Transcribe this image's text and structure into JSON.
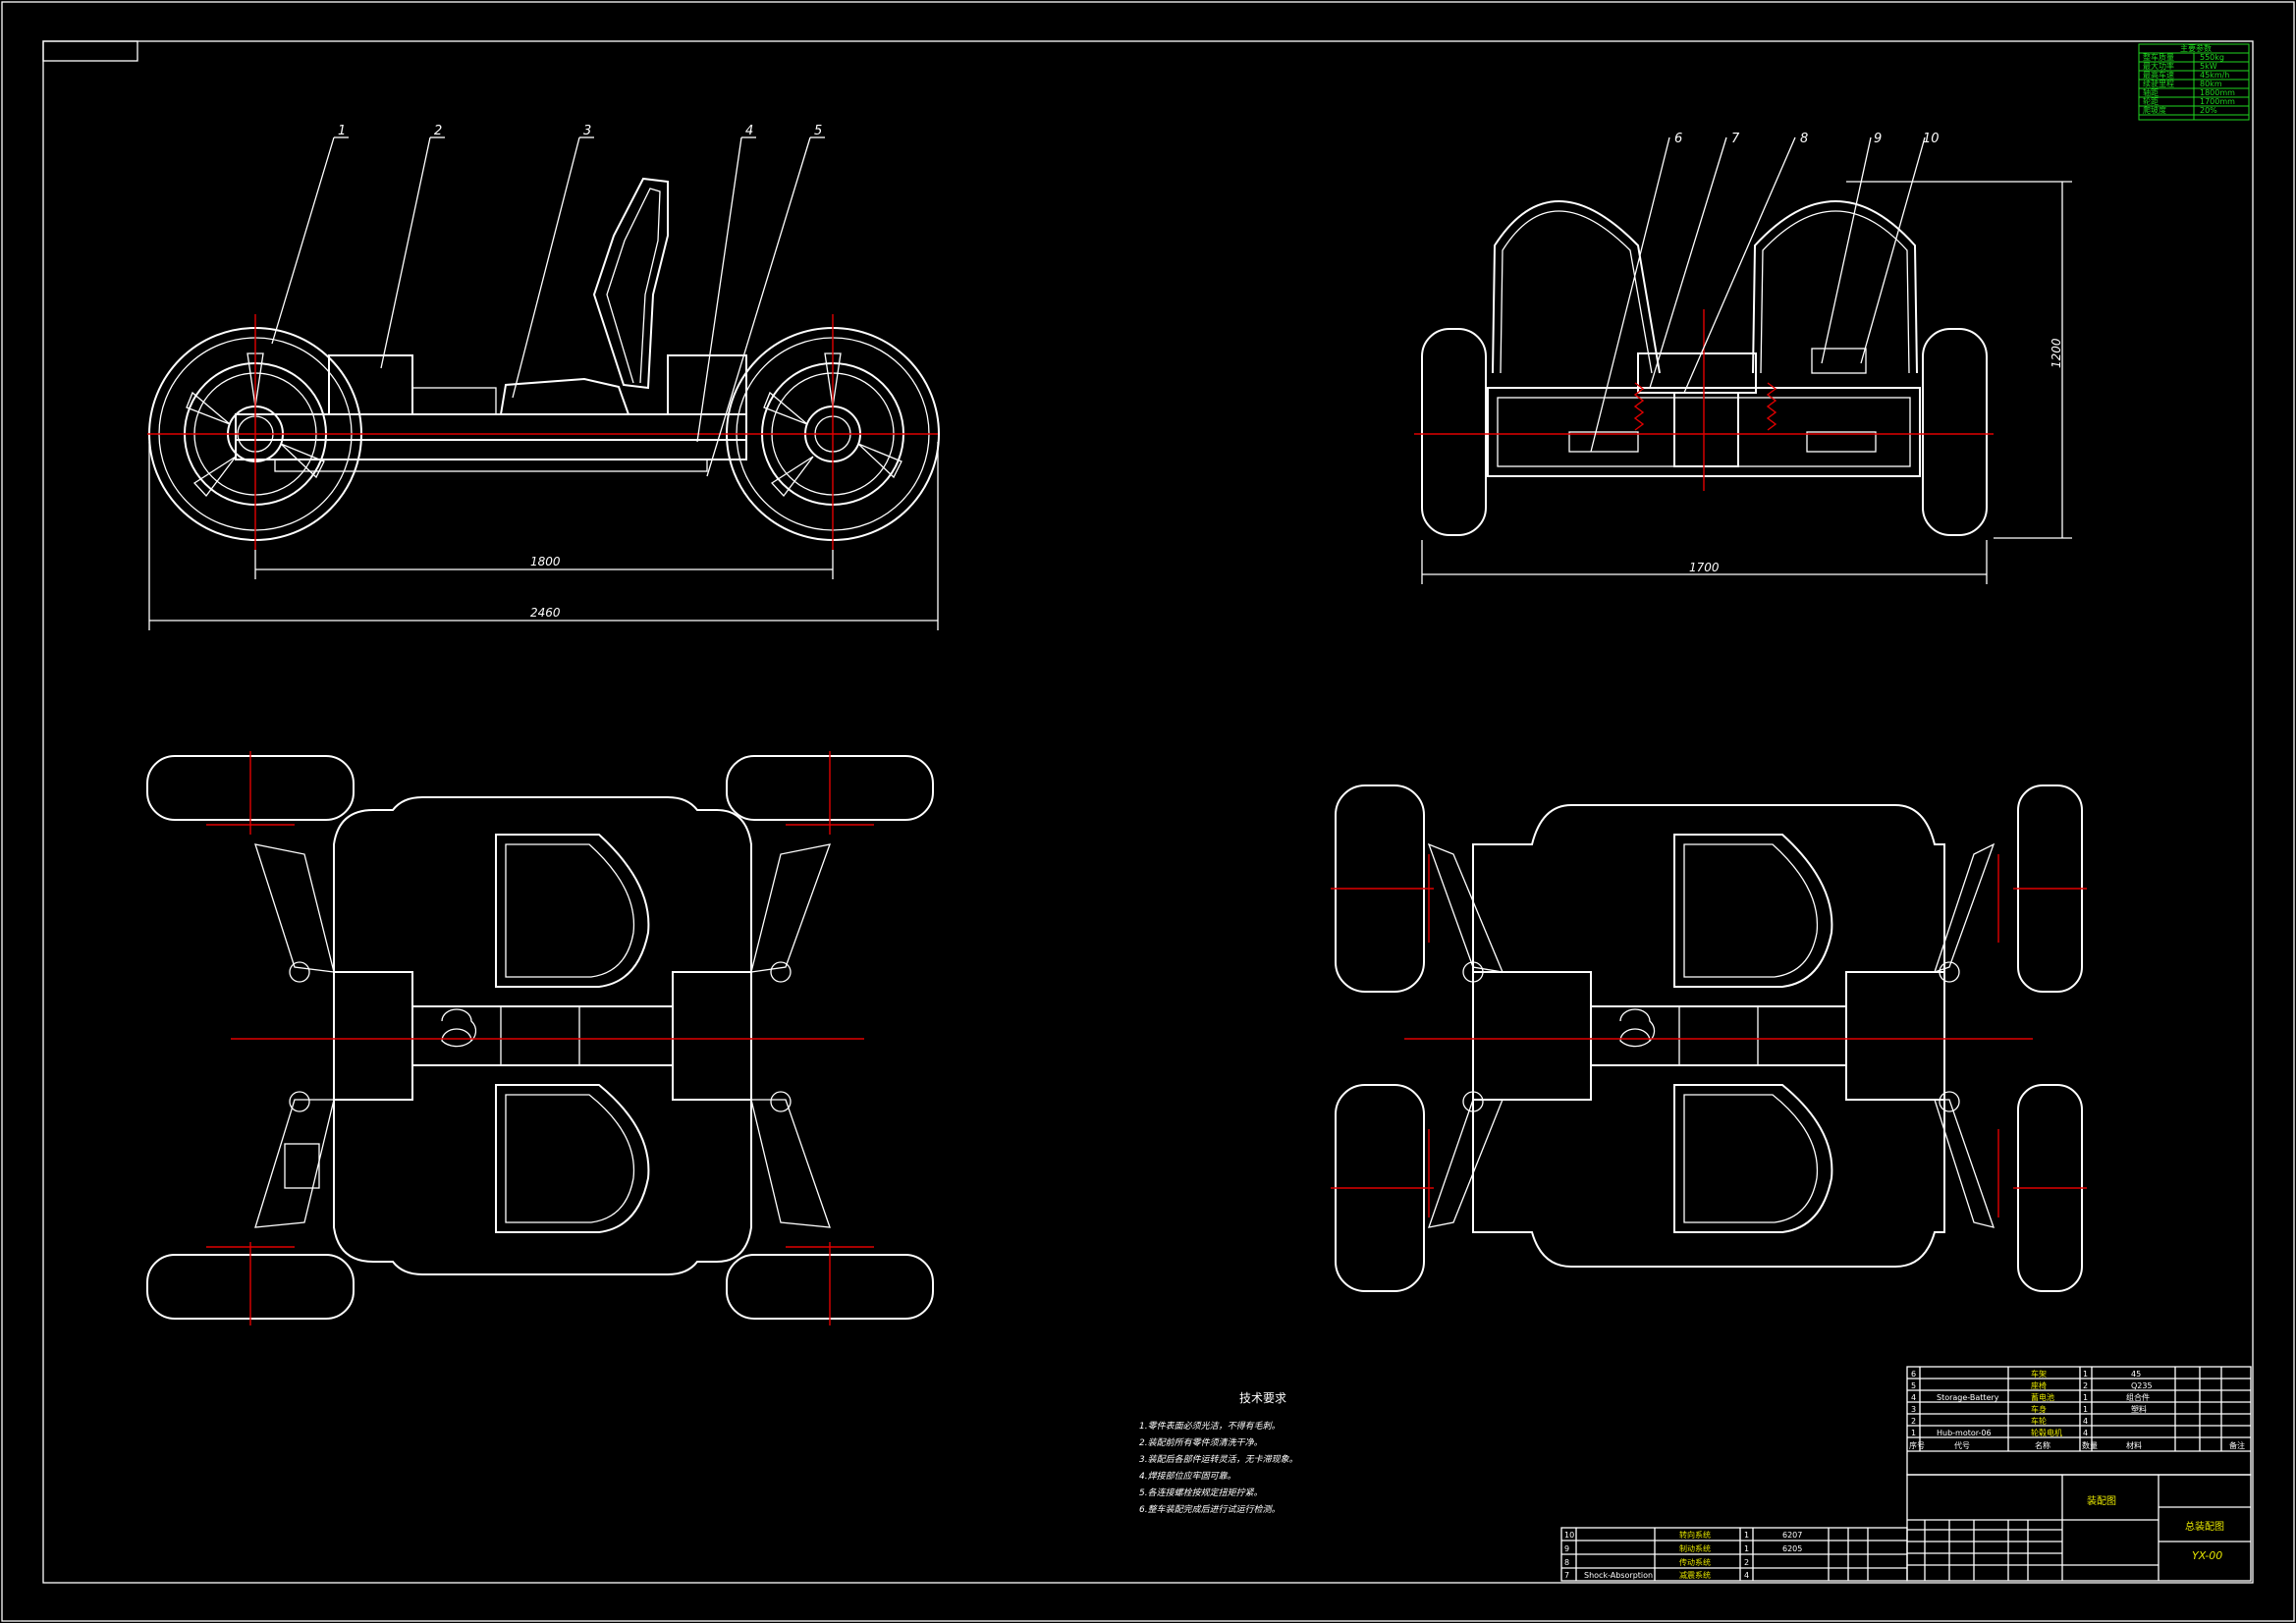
{
  "part_labels": [
    "1",
    "2",
    "3",
    "4",
    "5",
    "6",
    "7",
    "8",
    "9",
    "10"
  ],
  "dimensions": {
    "side_wheelbase": "1800",
    "side_overall": "2460",
    "front_track": "1700",
    "front_height": "1200"
  },
  "tech_requirements": {
    "title": "技术要求",
    "lines": [
      "1.零件表面必须光洁，不得有毛刺。",
      "2.装配前所有零件须清洗干净。",
      "3.装配后各部件运转灵活，无卡滞现象。",
      "4.焊接部位应牢固可靠。",
      "5.各连接螺栓按规定扭矩拧紧。",
      "6.整车装配完成后进行试运行检测。"
    ]
  },
  "bom": {
    "rows": [
      {
        "no": "6",
        "code": "",
        "name": "车架",
        "qty": "1",
        "material": "45",
        "note": ""
      },
      {
        "no": "5",
        "code": "",
        "name": "座椅",
        "qty": "2",
        "material": "Q235",
        "note": ""
      },
      {
        "no": "4",
        "code": "Storage-Battery",
        "name": "蓄电池",
        "qty": "1",
        "material": "组合件",
        "note": ""
      },
      {
        "no": "3",
        "code": "",
        "name": "车身",
        "qty": "1",
        "material": "塑料",
        "note": ""
      },
      {
        "no": "2",
        "code": "",
        "name": "车轮",
        "qty": "4",
        "material": "",
        "note": ""
      },
      {
        "no": "1",
        "code": "Hub-motor-06",
        "name": "轮毂电机",
        "qty": "4",
        "material": "",
        "note": ""
      }
    ],
    "header": {
      "no": "序号",
      "code": "代号",
      "name": "名称",
      "qty": "数量",
      "material": "材料",
      "note": "备注"
    },
    "lower_rows": [
      {
        "no": "10",
        "code": "",
        "name": "转向系统",
        "qty": "1",
        "material": "6207"
      },
      {
        "no": "9",
        "code": "",
        "name": "制动系统",
        "qty": "1",
        "material": "6205"
      },
      {
        "no": "8",
        "code": "",
        "name": "传动系统",
        "qty": "2",
        "material": ""
      },
      {
        "no": "7",
        "code": "Shock-Absorption",
        "name": "减震系统",
        "qty": "4",
        "material": ""
      }
    ]
  },
  "title_block": {
    "drawing_title": "总装配图",
    "drawing_number": "YX-00",
    "company": "装配图"
  },
  "spec_table": {
    "title": "主要参数",
    "rows": [
      {
        "k": "整车质量",
        "v": "550kg"
      },
      {
        "k": "最大功率",
        "v": "5kW"
      },
      {
        "k": "最高车速",
        "v": "45km/h"
      },
      {
        "k": "续驶里程",
        "v": "80km"
      },
      {
        "k": "轴距",
        "v": "1800mm"
      },
      {
        "k": "轮距",
        "v": "1700mm"
      },
      {
        "k": "爬坡度",
        "v": "20%"
      }
    ]
  },
  "colors": {
    "line": "#ffffff",
    "center": "#e00000",
    "table": "#1fd61f",
    "table_alt": "#e6e600",
    "background": "#000000"
  }
}
